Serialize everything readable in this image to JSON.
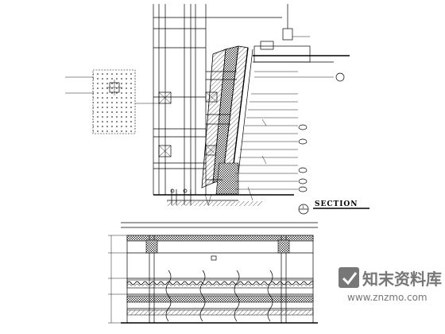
{
  "section_title": "SECTION",
  "section_sub": "",
  "section_scale": "",
  "section_note": "",
  "callouts": [
    "",
    "",
    "",
    "",
    "",
    "",
    "",
    "",
    "",
    "",
    "",
    "",
    "",
    "",
    "",
    "",
    "",
    "",
    "",
    ""
  ],
  "left_detail_labels": [
    "",
    ""
  ],
  "elevation_labels_top": [
    "",
    "",
    "",
    "",
    "",
    ""
  ],
  "watermark": {
    "text": "知末资料库",
    "url": "www.znzmo.com"
  }
}
